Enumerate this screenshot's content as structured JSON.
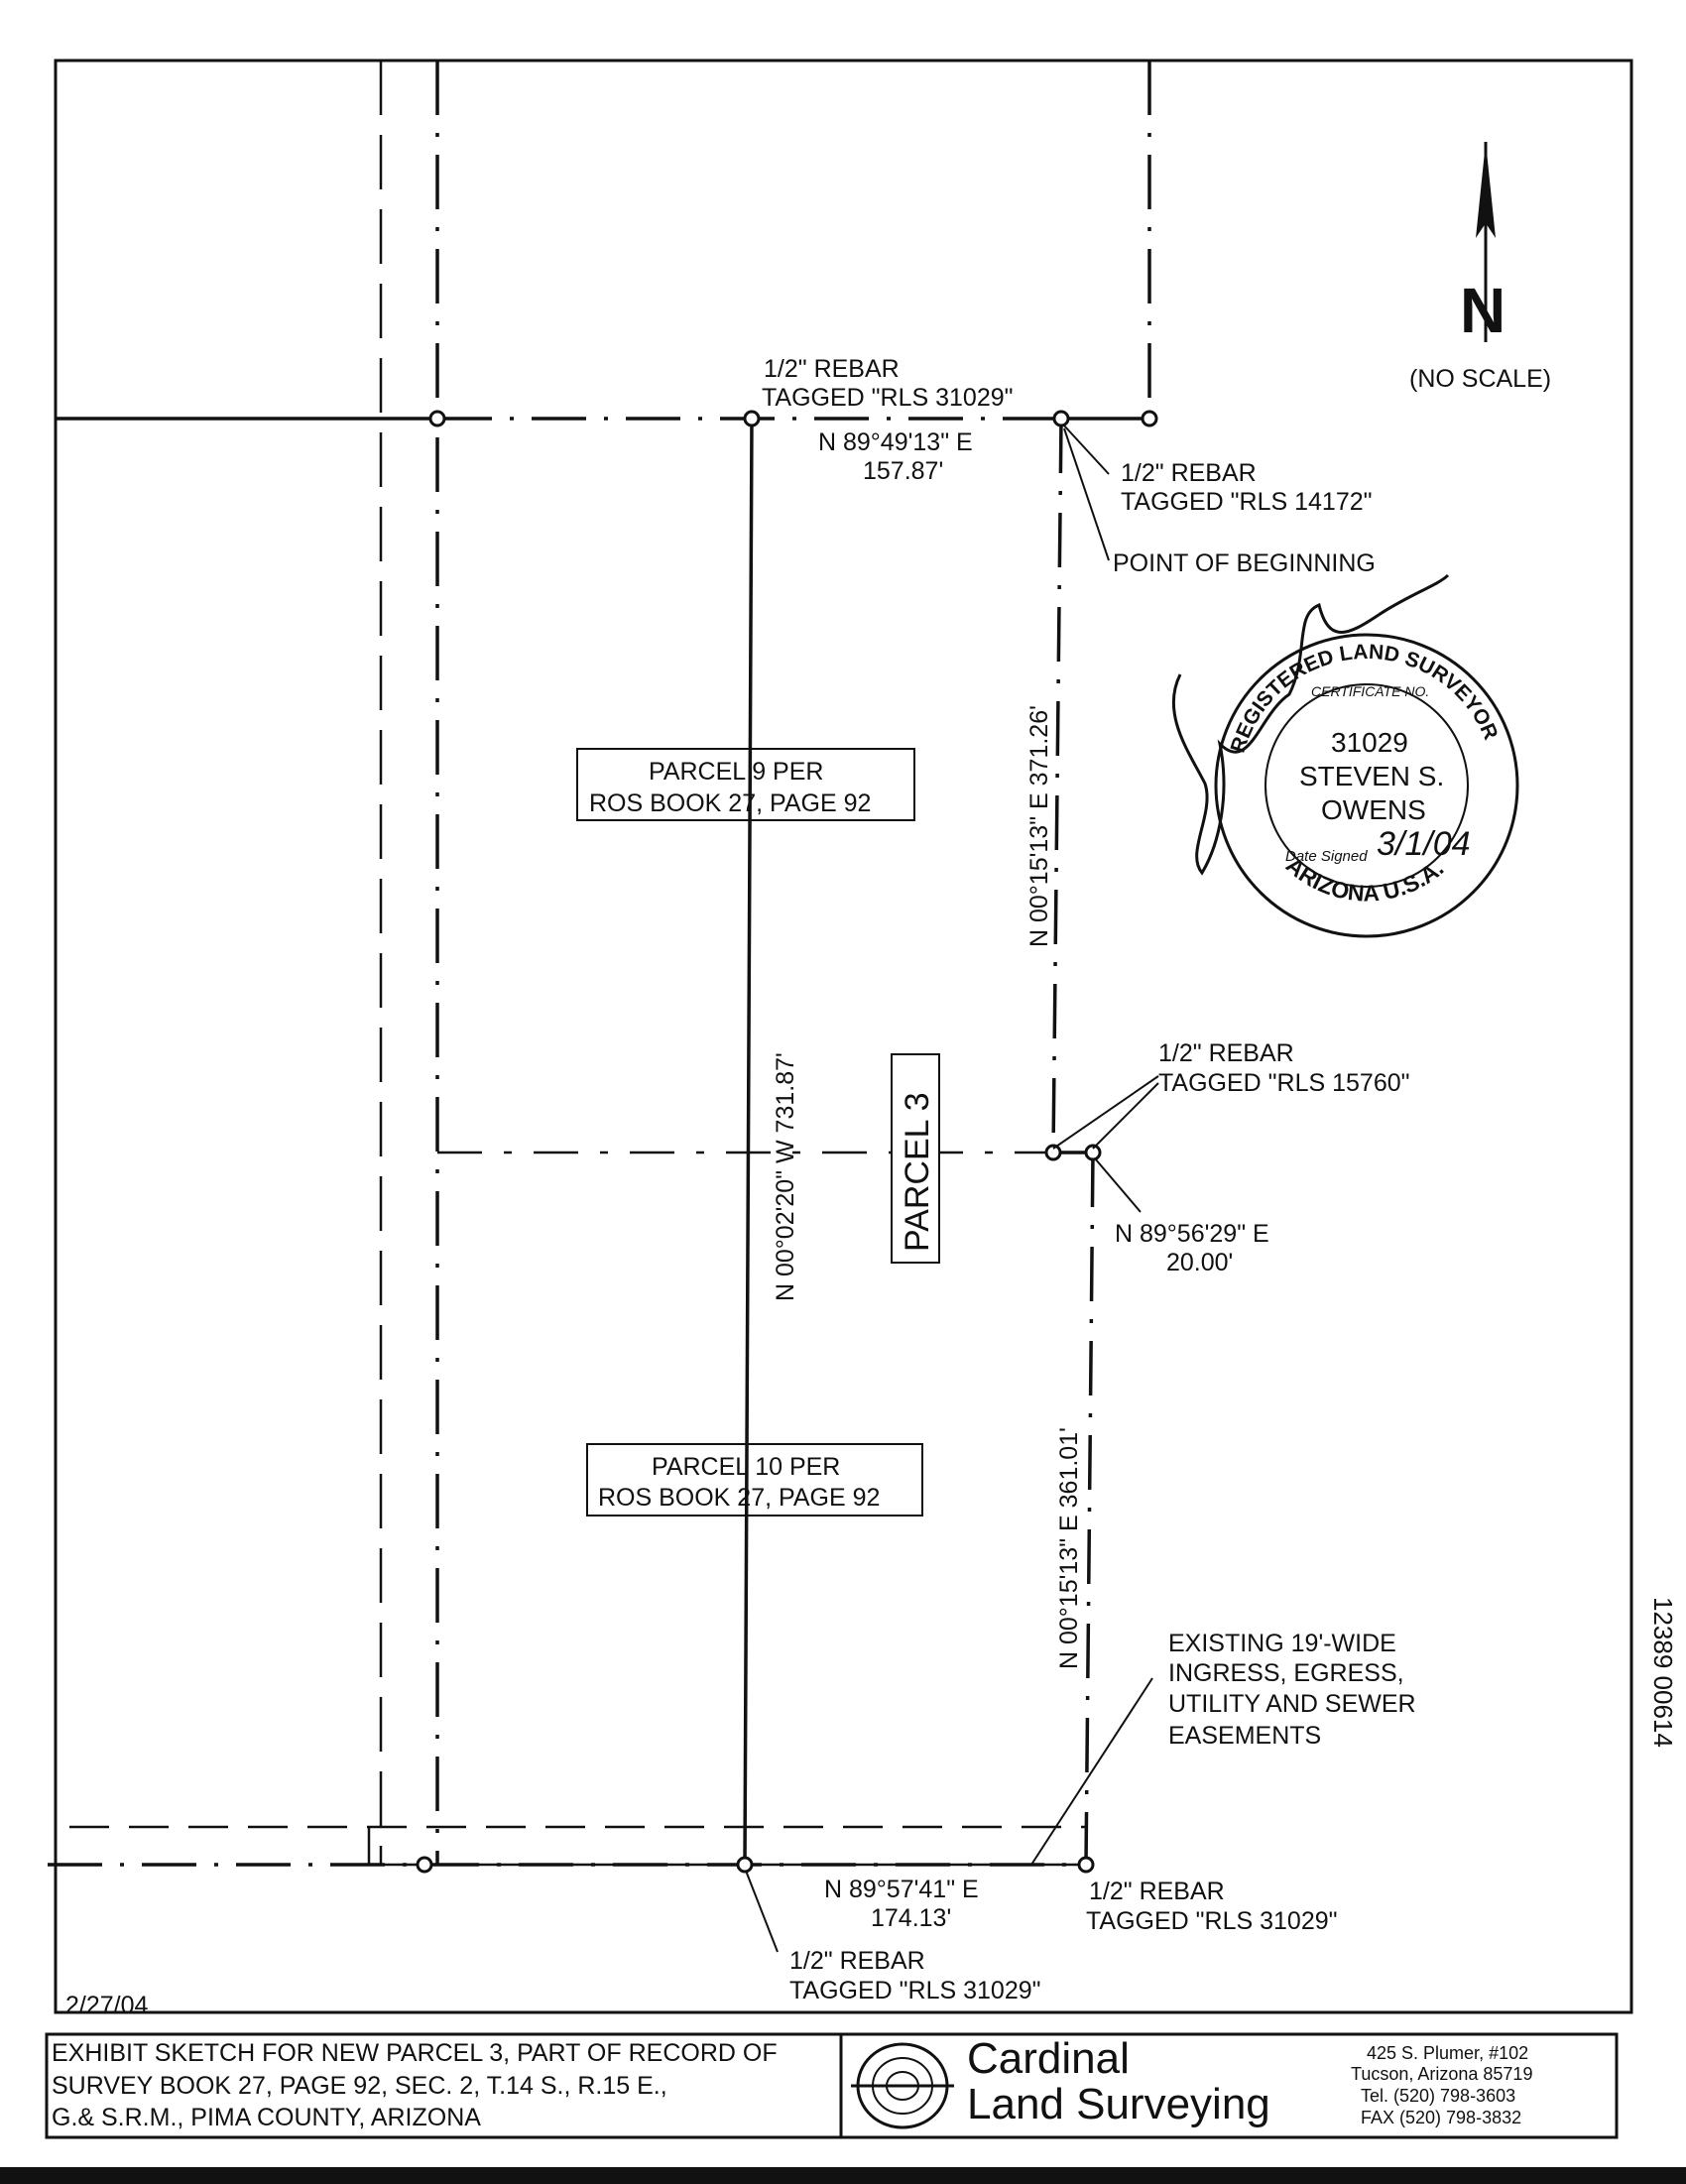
{
  "north": {
    "letter": "N",
    "note": "(NO SCALE)"
  },
  "labels": {
    "rebar_top_1": "1/2\" REBAR",
    "rebar_top_2": "TAGGED \"RLS 31029\"",
    "north_bearing": "N 89°49'13\" E",
    "north_dist": "157.87'",
    "rebar_pob_1": "1/2\" REBAR",
    "rebar_pob_2": "TAGGED \"RLS 14172\"",
    "pob": "POINT OF BEGINNING",
    "east_upper": "N 00°15'13\" E   371.26'",
    "parcel9_1": "PARCEL 9 PER",
    "parcel9_2": "ROS BOOK 27, PAGE 92",
    "west_line": "N 00°02'20\" W   731.87'",
    "parcel3": "PARCEL 3",
    "rebar_mid_1": "1/2\" REBAR",
    "rebar_mid_2": "TAGGED \"RLS 15760\"",
    "jog_bearing": "N 89°56'29\" E",
    "jog_dist": "20.00'",
    "east_lower": "N 00°15'13\" E   361.01'",
    "parcel10_1": "PARCEL 10 PER",
    "parcel10_2": "ROS BOOK 27, PAGE 92",
    "easement_1": "EXISTING 19'-WIDE",
    "easement_2": "INGRESS, EGRESS,",
    "easement_3": "UTILITY AND SEWER",
    "easement_4": "EASEMENTS",
    "south_bearing": "N 89°57'41\" E",
    "south_dist": "174.13'",
    "rebar_se_1": "1/2\" REBAR",
    "rebar_se_2": "TAGGED \"RLS 31029\"",
    "rebar_sw_1": "1/2\" REBAR",
    "rebar_sw_2": "TAGGED \"RLS 31029\"",
    "date": "2/27/04",
    "doc_number": "12389 00614"
  },
  "seal": {
    "ring": "REGISTERED LAND SURVEYOR",
    "cert": "CERTIFICATE NO.",
    "number": "31029",
    "name_1": "STEVEN S.",
    "name_2": "OWENS",
    "date_signed_label": "Date Signed",
    "date_signed": "3/1/04",
    "state": "ARIZONA  U.S.A."
  },
  "title_block": {
    "line1": "EXHIBIT SKETCH FOR NEW PARCEL 3, PART OF RECORD OF",
    "line2": "SURVEY BOOK 27, PAGE 92, SEC. 2, T.14 S., R.15 E.,",
    "line3": "G.& S.R.M., PIMA COUNTY, ARIZONA",
    "company_1": "Cardinal",
    "company_2": "Land Surveying",
    "addr1": "425 S. Plumer, #102",
    "addr2": "Tucson, Arizona 85719",
    "tel": "Tel. (520) 798-3603",
    "fax": "FAX (520) 798-3832"
  }
}
